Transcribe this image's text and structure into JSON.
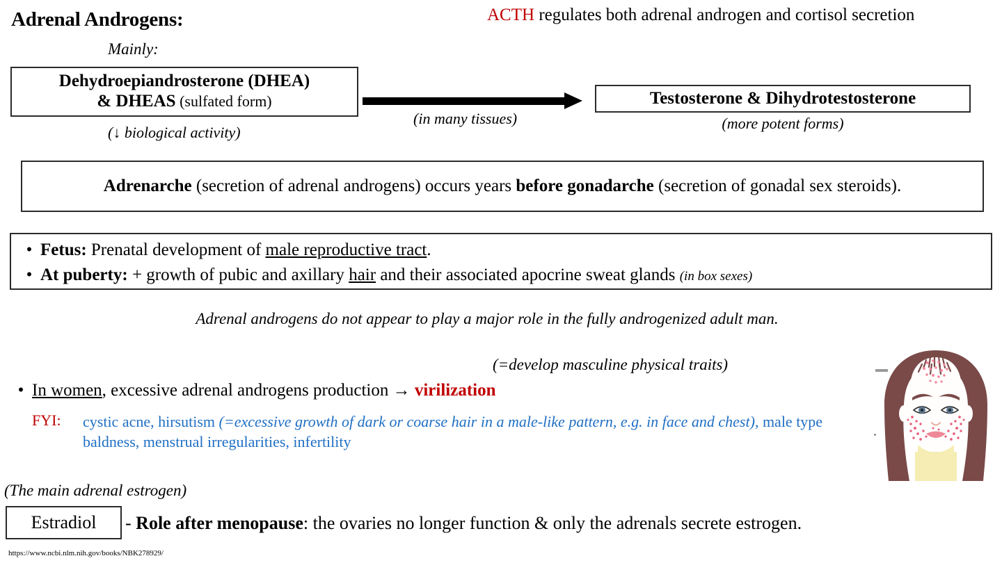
{
  "slide": {
    "title": "Adrenal Androgens:",
    "acth": {
      "highlight": "ACTH",
      "rest": " regulates both adrenal androgen and cortisol secretion"
    },
    "mainly_label": "Mainly:",
    "dhea_box": {
      "line1": "Dehydroepiandrosterone (DHEA)",
      "line2_bold": "& DHEAS",
      "line2_plain": " (sulfated form)"
    },
    "bio_activity_note": "(↓ biological activity)",
    "arrow_label": "(in many tissues)",
    "testosterone_box": "Testosterone & Dihydrotestosterone",
    "more_potent_note": "(more potent forms)",
    "adrenarche": {
      "b1": "Adrenarche",
      "t1": " (secretion of adrenal androgens) occurs years ",
      "b2": "before gonadarche",
      "t2": " (secretion of gonadal sex steroids)."
    },
    "bullets": [
      {
        "marker": "•",
        "bold": "Fetus:",
        "text_before": " Prenatal development of ",
        "underlined": "male reproductive tract",
        "text_after": ".",
        "note": ""
      },
      {
        "marker": "•",
        "bold": "At puberty:",
        "text_before": " + growth of pubic and axillary ",
        "underlined": "hair",
        "text_after": " and their associated apocrine sweat glands ",
        "note": "(in box sexes)"
      }
    ],
    "adult_man_statement": "Adrenal androgens do not appear to play a major role in the fully androgenized adult man.",
    "masculine_traits_note": "(=develop masculine physical traits)",
    "in_women": {
      "marker": "•",
      "underlined": "In women",
      "text": ", excessive adrenal androgens production → ",
      "highlight": "virilization"
    },
    "fyi": {
      "label": "FYI:",
      "part1": "cystic acne, hirsutism ",
      "italic": "(=excessive growth of dark or coarse hair in a male-like pattern, e.g. in face and chest)",
      "part2": ", male type baldness, menstrual irregularities, infertility"
    },
    "main_estrogen_note": "(The main adrenal estrogen)",
    "estradiol_box": "Estradiol",
    "menopause": {
      "dash": "- ",
      "bold": "Role after menopause",
      "text": ": the ovaries no longer function & only the adrenals secrete estrogen."
    },
    "source_url": "https://www.ncbi.nlm.nih.gov/books/NBK278929/",
    "illustration_alt": "woman-face-virilization-illustration"
  },
  "colors": {
    "accent_red": "#C00000",
    "accent_blue": "#1F6FC4",
    "hair": "#7A4A48",
    "skin": "#FFFFFF",
    "lips": "#EE8897",
    "shirt": "#F5EDB3",
    "border": "#2B2B2B"
  }
}
